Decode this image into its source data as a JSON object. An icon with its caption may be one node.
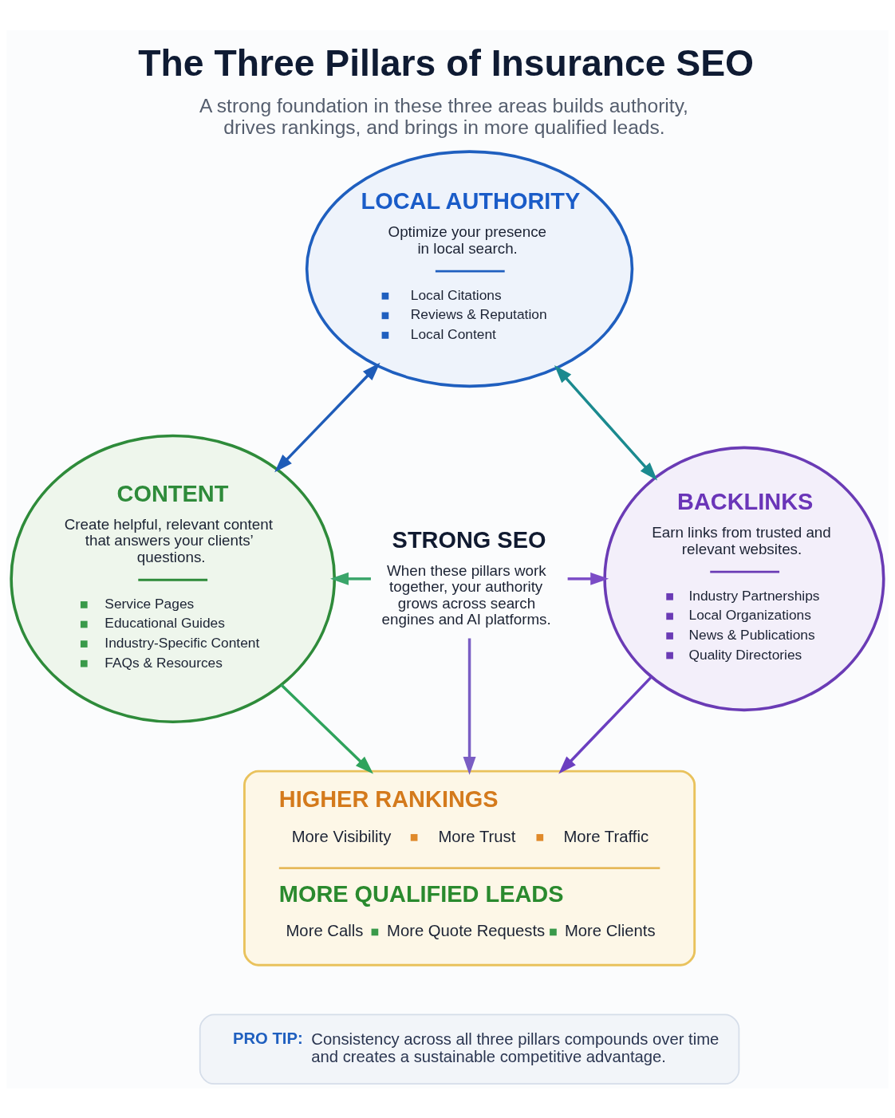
{
  "diagram": {
    "title": "The Three Pillars of Insurance SEO",
    "caption": "A strong foundation in these three areas builds authority, drives rankings, and brings in more qualified leads.",
    "nodes": [
      {
        "text": [
          "LOCAL AUTHORITY",
          "Optimize your presence in local search.",
          "Local Citations",
          "Reviews & Reputation",
          "Local Content"
        ]
      },
      {
        "text": [
          "CONTENT",
          "Create helpful, relevant content that answers your clients’ questions.",
          "Service Pages",
          "Educational Guides",
          "Industry-Specific Content",
          "FAQs & Resources"
        ]
      },
      {
        "text": [
          "STRONG SEO",
          "When these pillars work together, your authority grows across search engines and AI platforms."
        ]
      },
      {
        "text": [
          "BACKLINKS",
          "Earn links from trusted and relevant websites.",
          "Industry Partnerships",
          "Local Organizations",
          "News & Publications",
          "Quality Directories"
        ]
      },
      {
        "text": [
          "HIGHER RANKINGS",
          "More Visibility",
          "More Trust",
          "More Traffic",
          "MORE QUALIFIED LEADS",
          "More Calls",
          "More Quote Requests",
          "More Clients"
        ]
      },
      {
        "text": [
          "PRO TIP:",
          "Consistency across all three pillars compounds over time and creates a sustainable competitive advantage."
        ]
      }
    ],
    "edges": [
      {
        "from": 0,
        "to": 1,
        "arrow": "both",
        "color": "#1f5cb8"
      },
      {
        "from": 0,
        "to": 3,
        "arrow": "both",
        "color": "#1b8a8f"
      },
      {
        "from": 2,
        "to": 1,
        "arrow": "to",
        "color": "#3aa56a"
      },
      {
        "from": 2,
        "to": 3,
        "arrow": "to",
        "color": "#7b4cc6"
      },
      {
        "from": 2,
        "to": 4,
        "arrow": "to",
        "color": "#7a5ec4"
      },
      {
        "from": 1,
        "to": 4,
        "arrow": "to",
        "color": "#2fa35c"
      },
      {
        "from": 3,
        "to": 4,
        "arrow": "to",
        "color": "#6b3fc0"
      }
    ]
  }
}
